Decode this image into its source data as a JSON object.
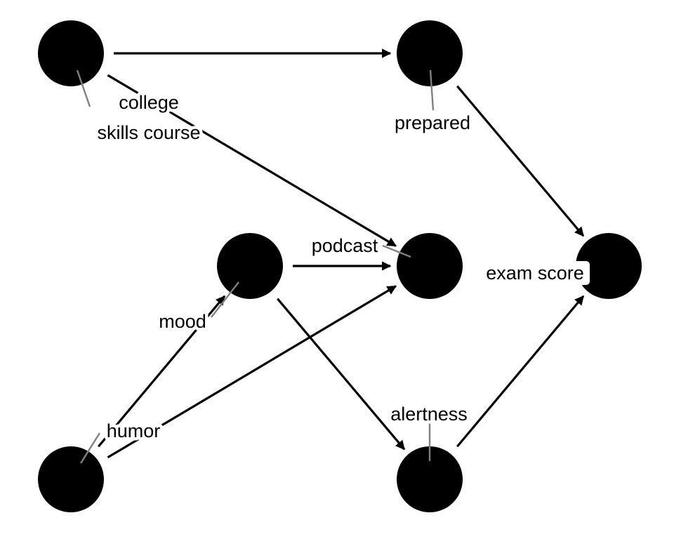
{
  "diagram": {
    "type": "directed-acyclic-graph",
    "node_color": "#000000",
    "edge_color": "#000000",
    "label_color": "#000000",
    "leader_color": "#808080",
    "nodes": [
      {
        "id": "college",
        "label_lines": [
          "college",
          "skills course"
        ],
        "col": 0,
        "row": 0
      },
      {
        "id": "prepared",
        "label_lines": [
          "prepared"
        ],
        "col": 2,
        "row": 0
      },
      {
        "id": "podcast",
        "label_lines": [
          "podcast"
        ],
        "col": 2,
        "row": 1
      },
      {
        "id": "mood",
        "label_lines": [
          "mood"
        ],
        "col": 1,
        "row": 1
      },
      {
        "id": "exam_score",
        "label_lines": [
          "exam score"
        ],
        "col": 3,
        "row": 1
      },
      {
        "id": "humor",
        "label_lines": [
          "humor"
        ],
        "col": 0,
        "row": 2
      },
      {
        "id": "alertness",
        "label_lines": [
          "alertness"
        ],
        "col": 2,
        "row": 2
      }
    ],
    "edges": [
      {
        "from": "college",
        "to": "prepared"
      },
      {
        "from": "college",
        "to": "podcast"
      },
      {
        "from": "prepared",
        "to": "exam_score"
      },
      {
        "from": "mood",
        "to": "podcast"
      },
      {
        "from": "mood",
        "to": "alertness"
      },
      {
        "from": "humor",
        "to": "mood"
      },
      {
        "from": "humor",
        "to": "podcast"
      },
      {
        "from": "alertness",
        "to": "exam_score"
      }
    ]
  }
}
